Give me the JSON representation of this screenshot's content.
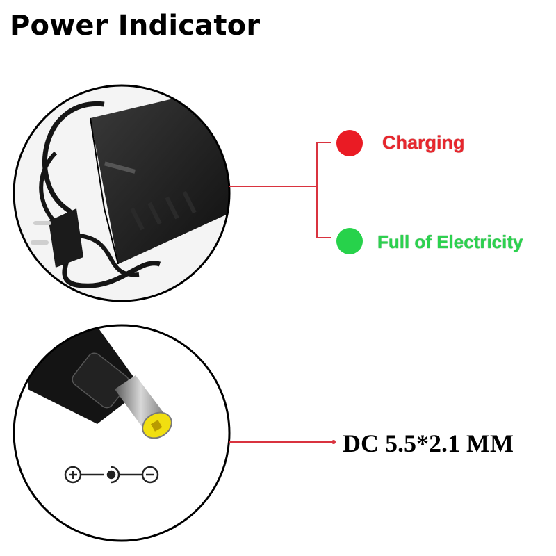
{
  "title": "Power Indicator",
  "indicators": [
    {
      "label": "Charging",
      "color": "#e8262d"
    },
    {
      "label": "Full of Electricity",
      "color": "#2bd24e"
    }
  ],
  "connector": {
    "label": "DC 5.5*2.1 MM"
  },
  "colors": {
    "line": "#d9333f",
    "circle_border": "#000000"
  }
}
